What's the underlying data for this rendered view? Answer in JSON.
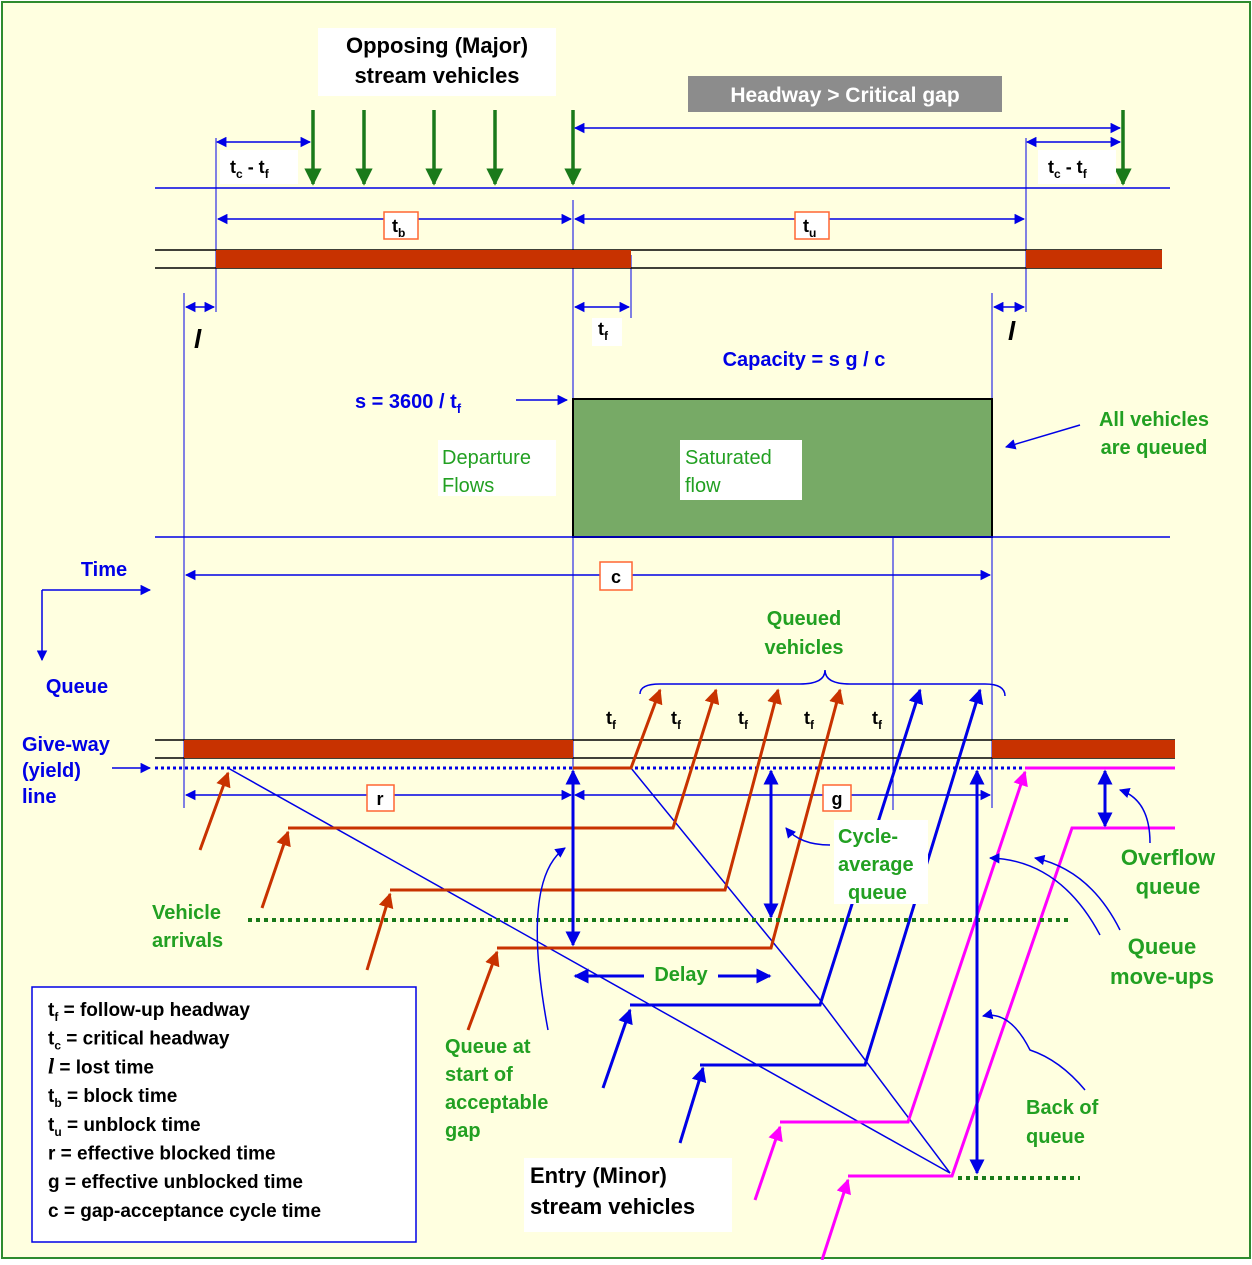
{
  "labels": {
    "opposing_l1": "Opposing (Major)",
    "opposing_l2": "stream vehicles",
    "headway_gt_critical": "Headway > Critical gap",
    "tc_tf_left_a": "t",
    "tc_tf_left_sub_c": "c",
    "tc_tf_left_mid": " - t",
    "tc_tf_left_sub_f": "f",
    "tc_tf_right_a": "t",
    "tc_tf_right_sub_c": "c",
    "tc_tf_right_mid": " - t",
    "tc_tf_right_sub_f": "f",
    "tb_main": "t",
    "tb_sub": "b",
    "tu_main": "t",
    "tu_sub": "u",
    "tf_mid_main": "t",
    "tf_mid_sub": "f",
    "l_left": "l",
    "l_right": "l",
    "capacity": "Capacity = s g / c",
    "s_eq_main": "s = 3600 / t",
    "s_eq_sub": "f",
    "departure_l1": "Departure",
    "departure_l2": "Flows",
    "saturated_l1": "Saturated",
    "saturated_l2": "flow",
    "all_queued_l1": "All vehicles",
    "all_queued_l2": "are queued",
    "time": "Time",
    "queue": "Queue",
    "c_label": "c",
    "queued_vehicles_l1": "Queued",
    "queued_vehicles_l2": "vehicles",
    "tf_row": [
      "t",
      "t",
      "t",
      "t",
      "t"
    ],
    "tf_row_sub": [
      "f",
      "f",
      "f",
      "f",
      "f"
    ],
    "giveway_l1": "Give-way",
    "giveway_l2": "(yield)",
    "giveway_l3": "line",
    "r_label": "r",
    "g_label": "g",
    "cycle_avg_l1": "Cycle-",
    "cycle_avg_l2": "average",
    "cycle_avg_l3": "queue",
    "overflow_l1": "Overflow",
    "overflow_l2": "queue",
    "vehicle_arrivals_l1": "Vehicle",
    "vehicle_arrivals_l2": "arrivals",
    "queue_moveups_l1": "Queue",
    "queue_moveups_l2": "move-ups",
    "delay": "Delay",
    "queue_start_l1": "Queue at",
    "queue_start_l2": "start of",
    "queue_start_l3": "acceptable",
    "queue_start_l4": "gap",
    "back_of_queue_l1": "Back of",
    "back_of_queue_l2": "queue",
    "entry_l1": "Entry (Minor)",
    "entry_l2": "stream vehicles"
  },
  "legend": [
    {
      "sym": "t",
      "sub": "f",
      "text": " = follow-up headway"
    },
    {
      "sym": "t",
      "sub": "c",
      "text": " = critical headway"
    },
    {
      "sym": "l",
      "sub": "",
      "text": " = lost time"
    },
    {
      "sym": "t",
      "sub": "b",
      "text": " = block time"
    },
    {
      "sym": "t",
      "sub": "u",
      "text": " = unblock time"
    },
    {
      "sym": "r",
      "sub": "",
      "text": " = effective blocked time"
    },
    {
      "sym": "g",
      "sub": "",
      "text": " = effective unblocked time"
    },
    {
      "sym": "c",
      "sub": "",
      "text": " = gap-acceptance cycle time"
    }
  ],
  "colors": {
    "border": "#2e8b2e",
    "background": "#ffffe0",
    "blue": "#0000e6",
    "green_arrow": "#1a7a1a",
    "block_bar": "#c83200",
    "saturated_fill": "#77aa66",
    "green_text": "#22a022",
    "magenta": "#ff00ff",
    "orange_box": "#ff6633",
    "headway_box": "#8c8c8c"
  }
}
